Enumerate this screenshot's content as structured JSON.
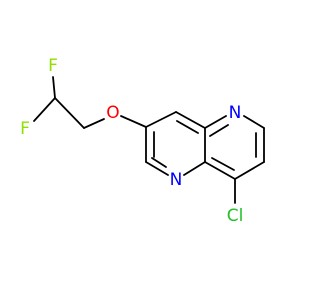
{
  "molecule": {
    "atoms": {
      "f1": {
        "label": "F",
        "color": "#8fe000"
      },
      "f2": {
        "label": "F",
        "color": "#8fe000"
      },
      "o": {
        "label": "O",
        "color": "#ff0000"
      },
      "n1": {
        "label": "N",
        "color": "#0000ff"
      },
      "n2": {
        "label": "N",
        "color": "#0000ff"
      },
      "cl": {
        "label": "Cl",
        "color": "#22c02a"
      }
    }
  }
}
